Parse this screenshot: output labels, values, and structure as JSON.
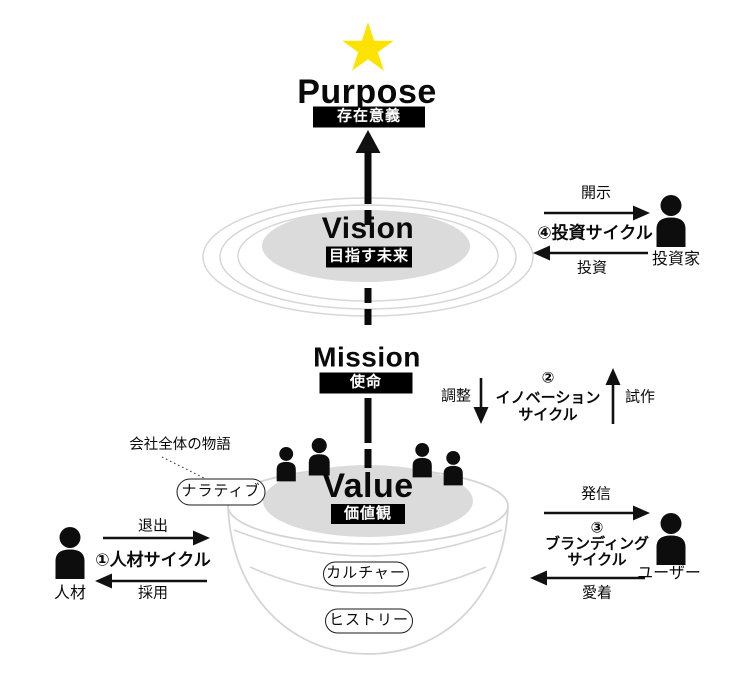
{
  "colors": {
    "star": "#FFE200",
    "surface_gray": "#DBDBDB",
    "outline_gray": "#D6D6D6",
    "ink": "#0A0A0A",
    "label_bg": "#000000",
    "label_text": "#FFFFFF"
  },
  "purpose": {
    "title": "Purpose",
    "label": "存在意義"
  },
  "vision": {
    "title": "Vision",
    "label": "目指す未来"
  },
  "mission": {
    "title": "Mission",
    "label": "使命"
  },
  "value": {
    "title": "Value",
    "label": "価値観"
  },
  "foundation": {
    "callout": "会社全体の物語",
    "narrative": "ナラティブ",
    "culture": "カルチャー",
    "history": "ヒストリー"
  },
  "cycles": {
    "investment": {
      "name": "④投資サイクル",
      "outflow": "開示",
      "inflow": "投資",
      "actor": "投資家"
    },
    "innovation": {
      "number": "②",
      "name_line1": "イノベーション",
      "name_line2": "サイクル",
      "down": "調整",
      "up": "試作"
    },
    "branding": {
      "number": "③",
      "name_line1": "ブランディング",
      "name_line2": "サイクル",
      "outflow": "発信",
      "inflow": "愛着",
      "actor": "ユーザー"
    },
    "talent": {
      "name": "①人材サイクル",
      "outflow": "退出",
      "inflow": "採用",
      "actor": "人材"
    }
  }
}
